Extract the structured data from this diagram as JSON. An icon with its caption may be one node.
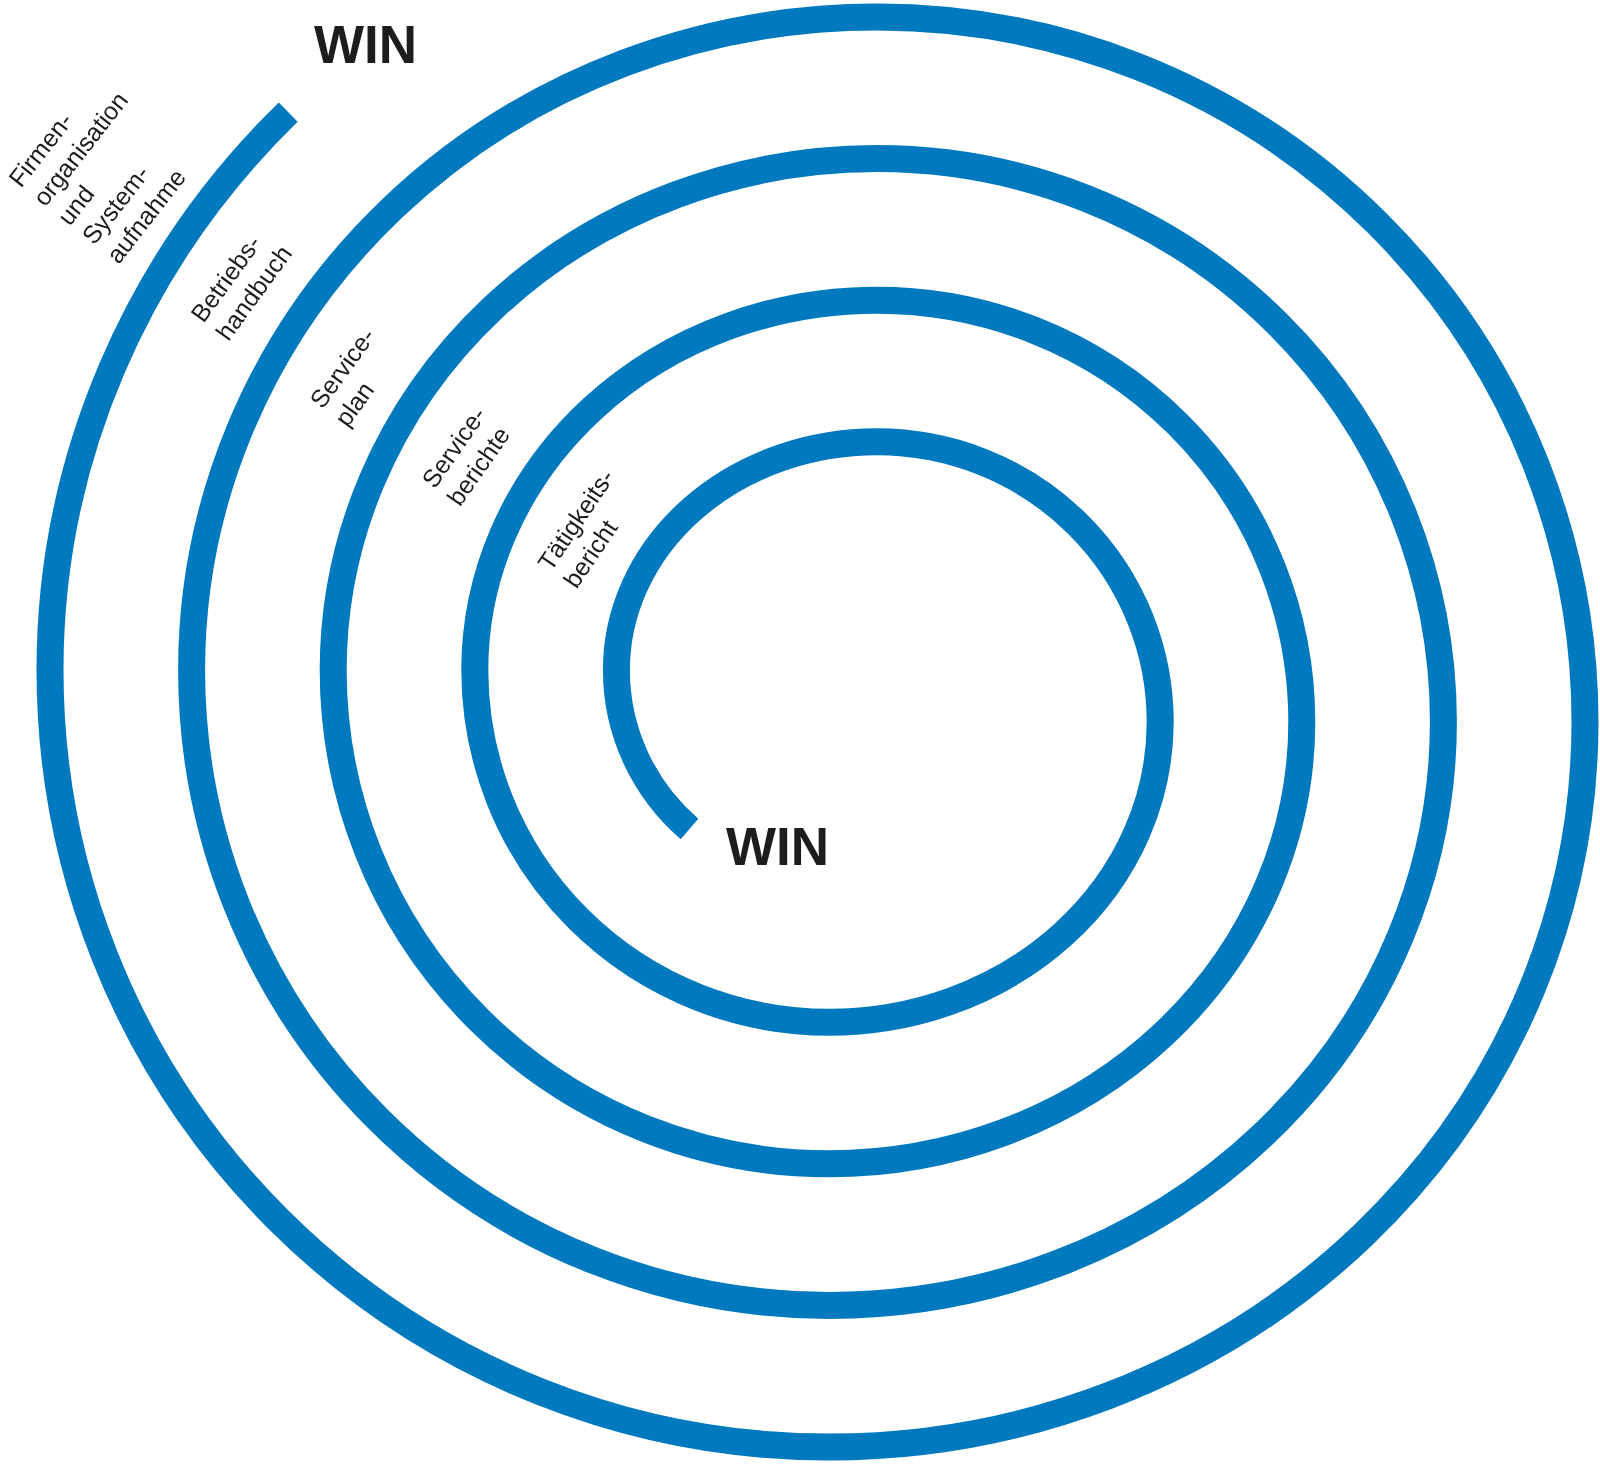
{
  "diagram": {
    "labels": [
      "WIN",
      "Firmen- organisation und System- aufnahme",
      "Betriebs- handbuch",
      "Service- plan",
      "Service- berichte",
      "Tätigkeits- bericht",
      "WIN"
    ]
  }
}
